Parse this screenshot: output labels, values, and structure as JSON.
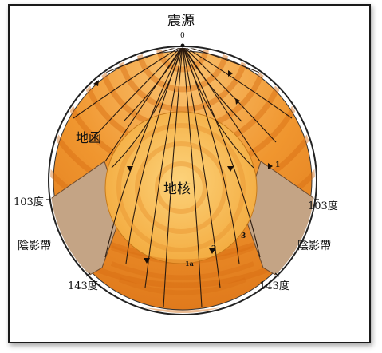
{
  "labels": {
    "epicenter": "震源",
    "zero_deg": "0",
    "mantle": "地函",
    "core": "地核",
    "left_103": "103度",
    "right_103": "103度",
    "left_shadow": "陰影帶",
    "right_shadow": "陰影帶",
    "left_143": "143度",
    "right_143": "143度",
    "marker_1": "1",
    "marker_2": "2",
    "marker_3": "3",
    "marker_1a": "1a"
  },
  "colors": {
    "mantle_light": "#f6a64a",
    "mantle_dark": "#e07a1c",
    "core": "#f8b94a",
    "core_light": "#fcd27a",
    "shadow_zone": "#c4a485",
    "rays": "#2a1a0e"
  }
}
